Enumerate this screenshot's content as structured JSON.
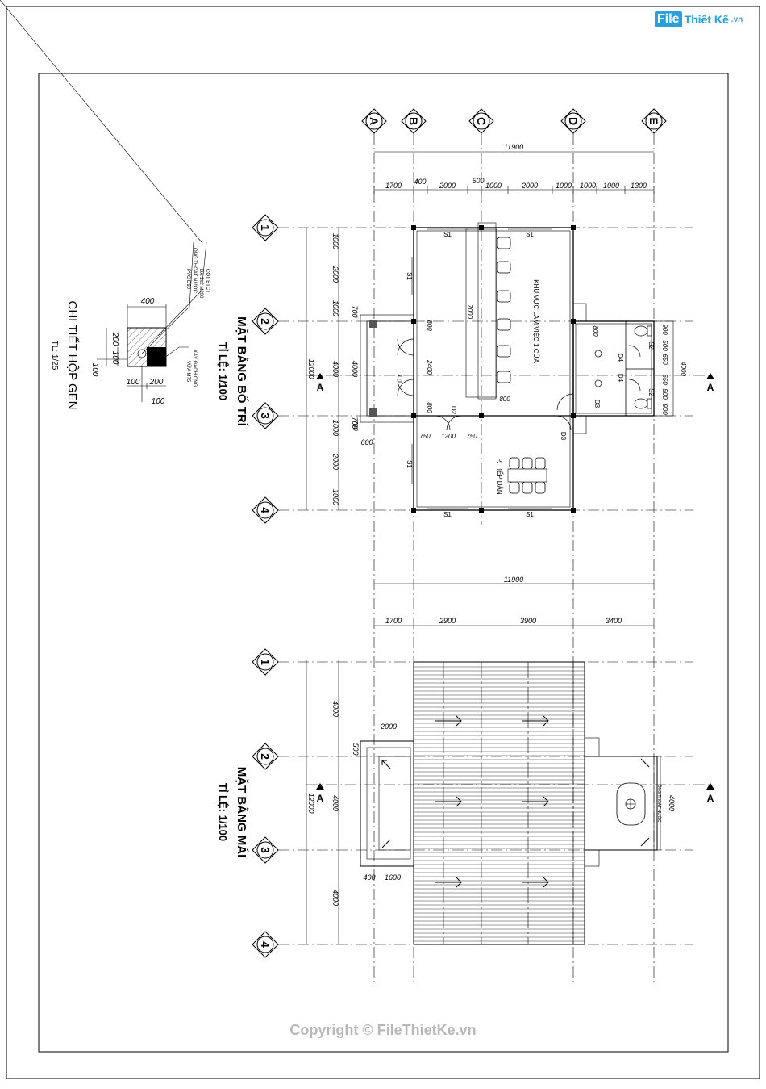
{
  "logo": {
    "badge": "File",
    "text": "Thiết Kế",
    "suffix": ".vn"
  },
  "copyright": "Copyright © FileThietKe.vn",
  "plan1": {
    "title": "MẶT BẰNG BỐ TRÍ",
    "scale": "TỈ LỆ: 1/100",
    "overall_dim": "11900",
    "column_dims": [
      "1700",
      "400",
      "2000",
      "500",
      "1000",
      "2000",
      "1000",
      "1000",
      "1000",
      "1300"
    ],
    "row_dims": [
      "1000",
      "2000",
      "1000",
      "4000",
      "1000",
      "2000",
      "1000"
    ],
    "overall_row": "12000",
    "inner_dims": [
      "700",
      "4000",
      "700",
      "600"
    ],
    "room1": "KHU VỰC LÀM VIỆC 1 CỬA",
    "room2": "P. TIẾP DÂN",
    "labels": {
      "s1": "S1",
      "s2": "S2",
      "d1": "D1",
      "d2": "D2",
      "d3": "D3",
      "d4": "D4",
      "c7000": "7000",
      "c2400": "2400",
      "c800": "800",
      "c1200": "1200",
      "c750": "750",
      "c900": "900",
      "c500": "500",
      "c650": "650",
      "c700": "700",
      "c4000": "4000"
    }
  },
  "plan2": {
    "title": "MẶT BẰNG MÁI",
    "scale": "TỈ LỆ: 1/100",
    "overall_dim": "11900",
    "column_dims": [
      "1700",
      "2900",
      "3900",
      "3400"
    ],
    "row_dims": [
      "4000",
      "4000",
      "4000"
    ],
    "overall_row": "12000",
    "dims": {
      "d2000": "2000",
      "d500": "500",
      "d400": "400",
      "d1600": "1600",
      "d4000": "4000"
    },
    "note": "ỐNG THOÁT NƯỚC"
  },
  "axes": {
    "letters": [
      "A",
      "B",
      "C",
      "D",
      "E"
    ],
    "numbers": [
      "1",
      "2",
      "3",
      "4"
    ],
    "section": "A"
  },
  "detail": {
    "title": "CHI TIẾT HỘP GEN",
    "scale": "TL: 1/25",
    "dims": {
      "w400": "400",
      "h200": "200",
      "h100": "100",
      "b100": "100",
      "b200": "200",
      "c100": "100"
    },
    "notes": [
      "CỘT BTCT",
      "ĐÁ 1x2 M200",
      "ỐNG THOÁT NƯỚC",
      "PVC D90",
      "XÂY GẠCH ỐNG",
      "VỮA M75"
    ]
  }
}
